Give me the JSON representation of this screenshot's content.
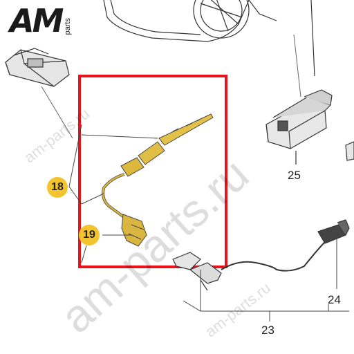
{
  "logo": {
    "main": "AM",
    "sub": "parts"
  },
  "watermarks": {
    "small_1": "am-parts.ru",
    "large": "am-parts.ru",
    "small_2": "am-parts.ru"
  },
  "callouts": {
    "p18": "18",
    "p19": "19",
    "p23": "23",
    "p24": "24",
    "p25": "25"
  },
  "colors": {
    "highlight_frame": "#e8141c",
    "badge_fill": "#f2c530",
    "wire_highlight": "#d8b640",
    "line_art": "#222222"
  }
}
